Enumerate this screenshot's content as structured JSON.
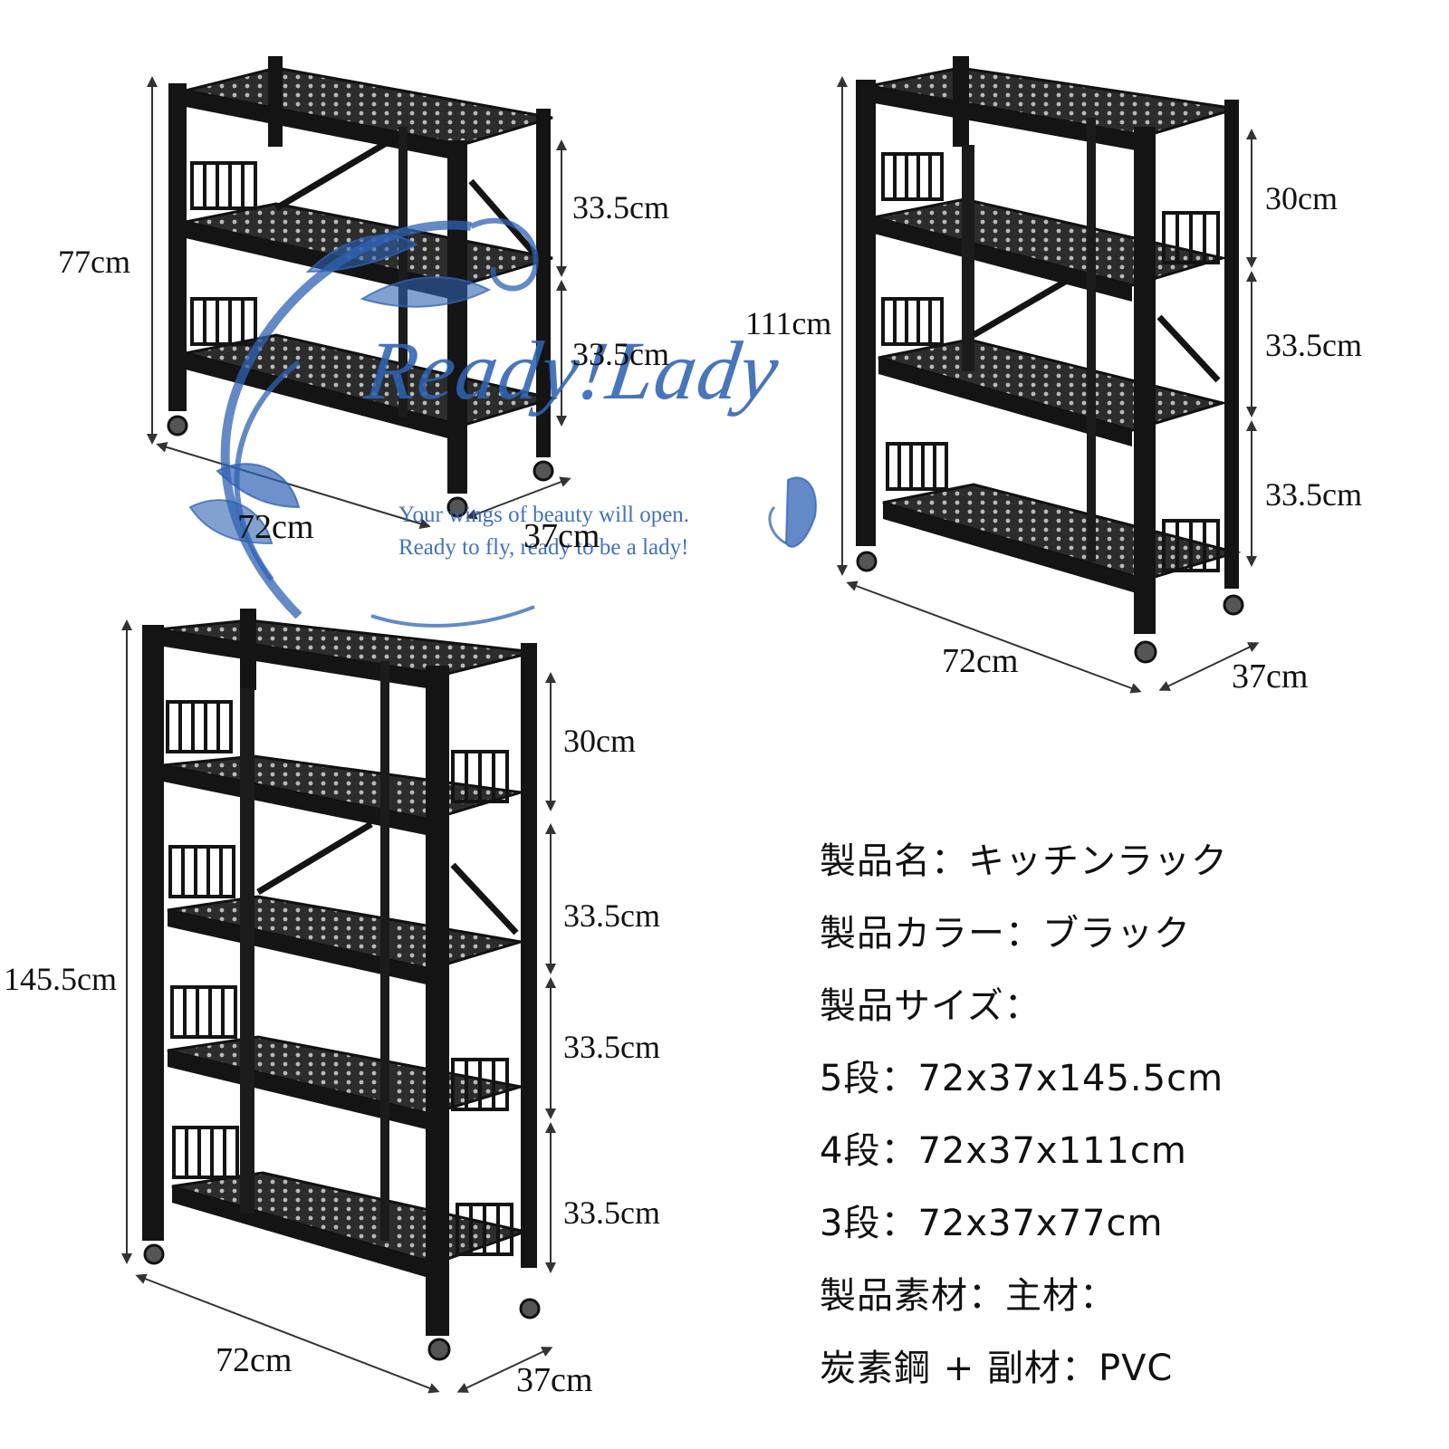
{
  "rack3": {
    "height": "77cm",
    "shelf_gap_1": "33.5cm",
    "shelf_gap_2": "33.5cm",
    "width": "72cm",
    "depth": "37cm"
  },
  "rack4": {
    "height": "111cm",
    "shelf_gap_1": "30cm",
    "shelf_gap_2": "33.5cm",
    "shelf_gap_3": "33.5cm",
    "width": "72cm",
    "depth": "37cm"
  },
  "rack5": {
    "height": "145.5cm",
    "shelf_gap_1": "30cm",
    "shelf_gap_2": "33.5cm",
    "shelf_gap_3": "33.5cm",
    "shelf_gap_4": "33.5cm",
    "width": "72cm",
    "depth": "37cm"
  },
  "specs": {
    "name": "製品名：キッチンラック",
    "color": "製品カラー：ブラック",
    "size_label": "製品サイズ：",
    "size_5": "5段：72x37x145.5cm",
    "size_4": "4段：72x37x111cm",
    "size_3": "3段：72x37x77cm",
    "material_1": "製品素材：主材：",
    "material_2": "炭素鋼 + 副材：PVC"
  },
  "watermark": {
    "brand": "Ready!Lady",
    "tagline_1": "Your wings of beauty will open.",
    "tagline_2": "Ready to fly, ready to be a lady!"
  },
  "colors": {
    "rack": "#141414",
    "shelf": "#2a2a2a",
    "watermark": "#2f63b3",
    "text": "#111111"
  }
}
